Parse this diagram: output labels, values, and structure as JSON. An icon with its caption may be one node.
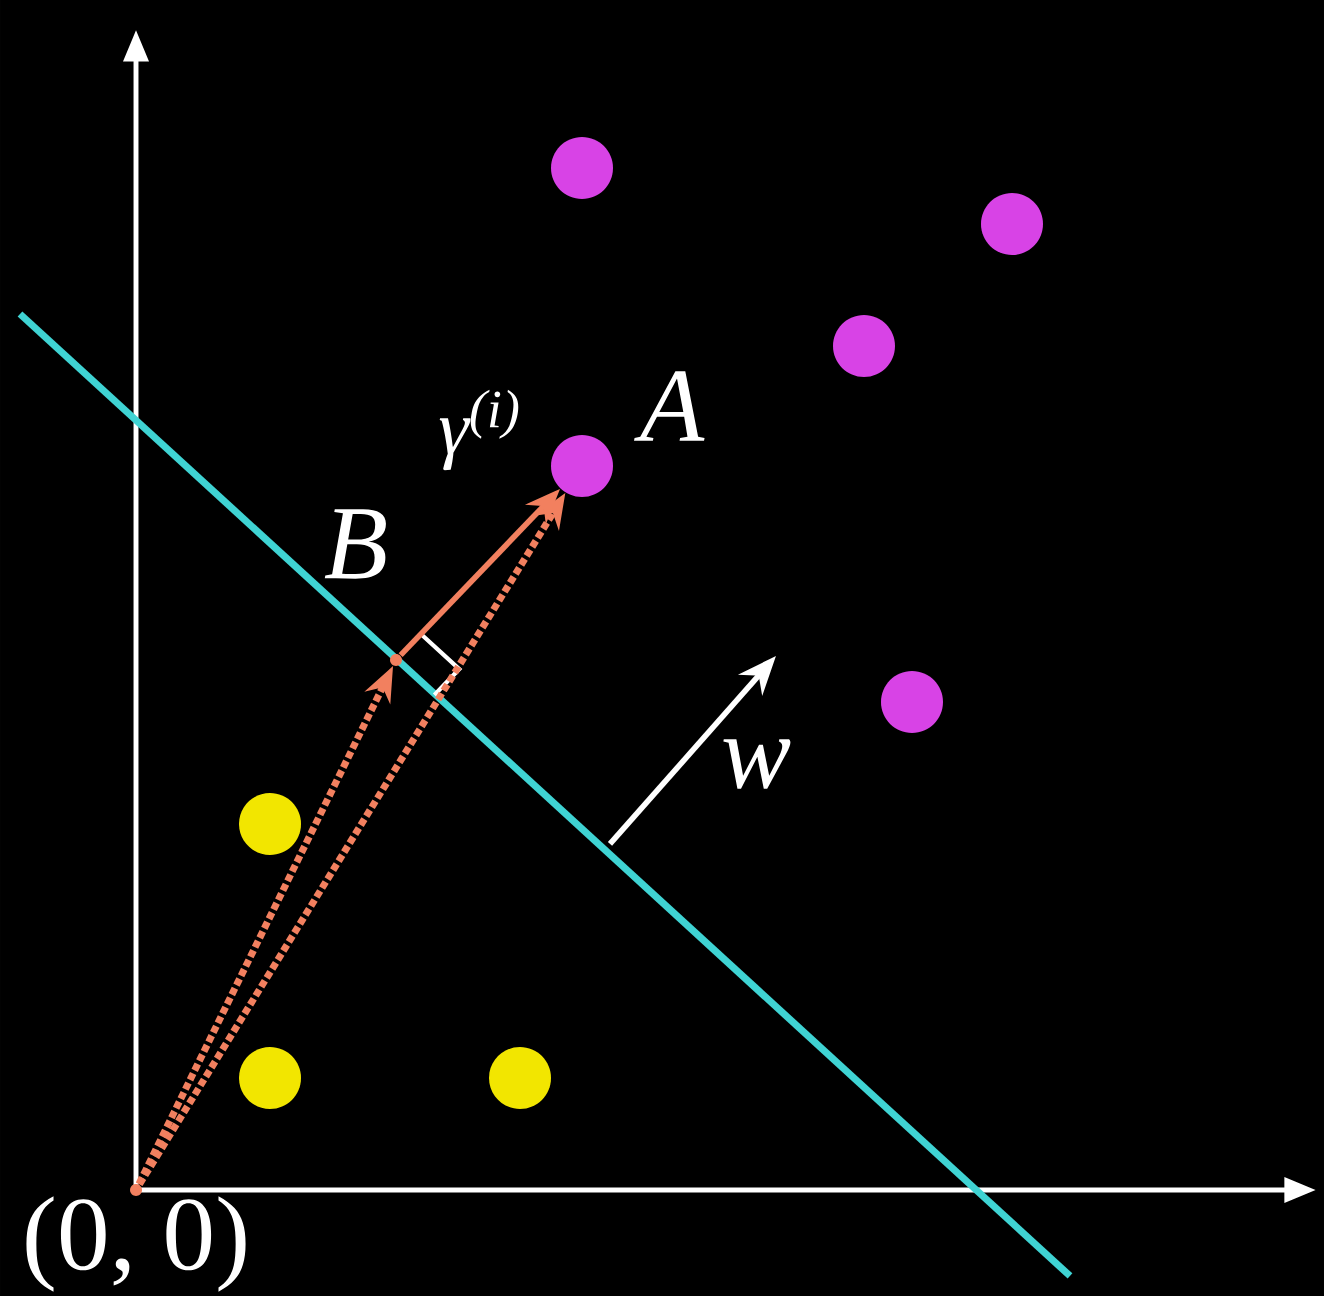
{
  "diagram": {
    "nodes": [
      {
        "text": [],
        "shape": "point",
        "beside": [
          "(0, 0)"
        ]
      },
      {
        "text": [],
        "shape": "circle",
        "beside": [
          "A"
        ]
      },
      {
        "text": [],
        "shape": "point",
        "beside": [
          "B"
        ]
      },
      {
        "text": [],
        "shape": "circle"
      },
      {
        "text": [],
        "shape": "circle"
      },
      {
        "text": [],
        "shape": "circle"
      },
      {
        "text": [],
        "shape": "circle"
      },
      {
        "text": [],
        "shape": "circle"
      },
      {
        "text": [],
        "shape": "circle"
      },
      {
        "text": [],
        "shape": "circle"
      }
    ],
    "edges": [
      {
        "from": 0,
        "to": 2,
        "arrow": "to",
        "style": "dashed"
      },
      {
        "from": 0,
        "to": 1,
        "arrow": "to",
        "style": "dashed"
      },
      {
        "from": 2,
        "to": 1,
        "arrow": "to",
        "label": "γ$^{(i)}$"
      }
    ],
    "labels": [
      "w"
    ]
  }
}
